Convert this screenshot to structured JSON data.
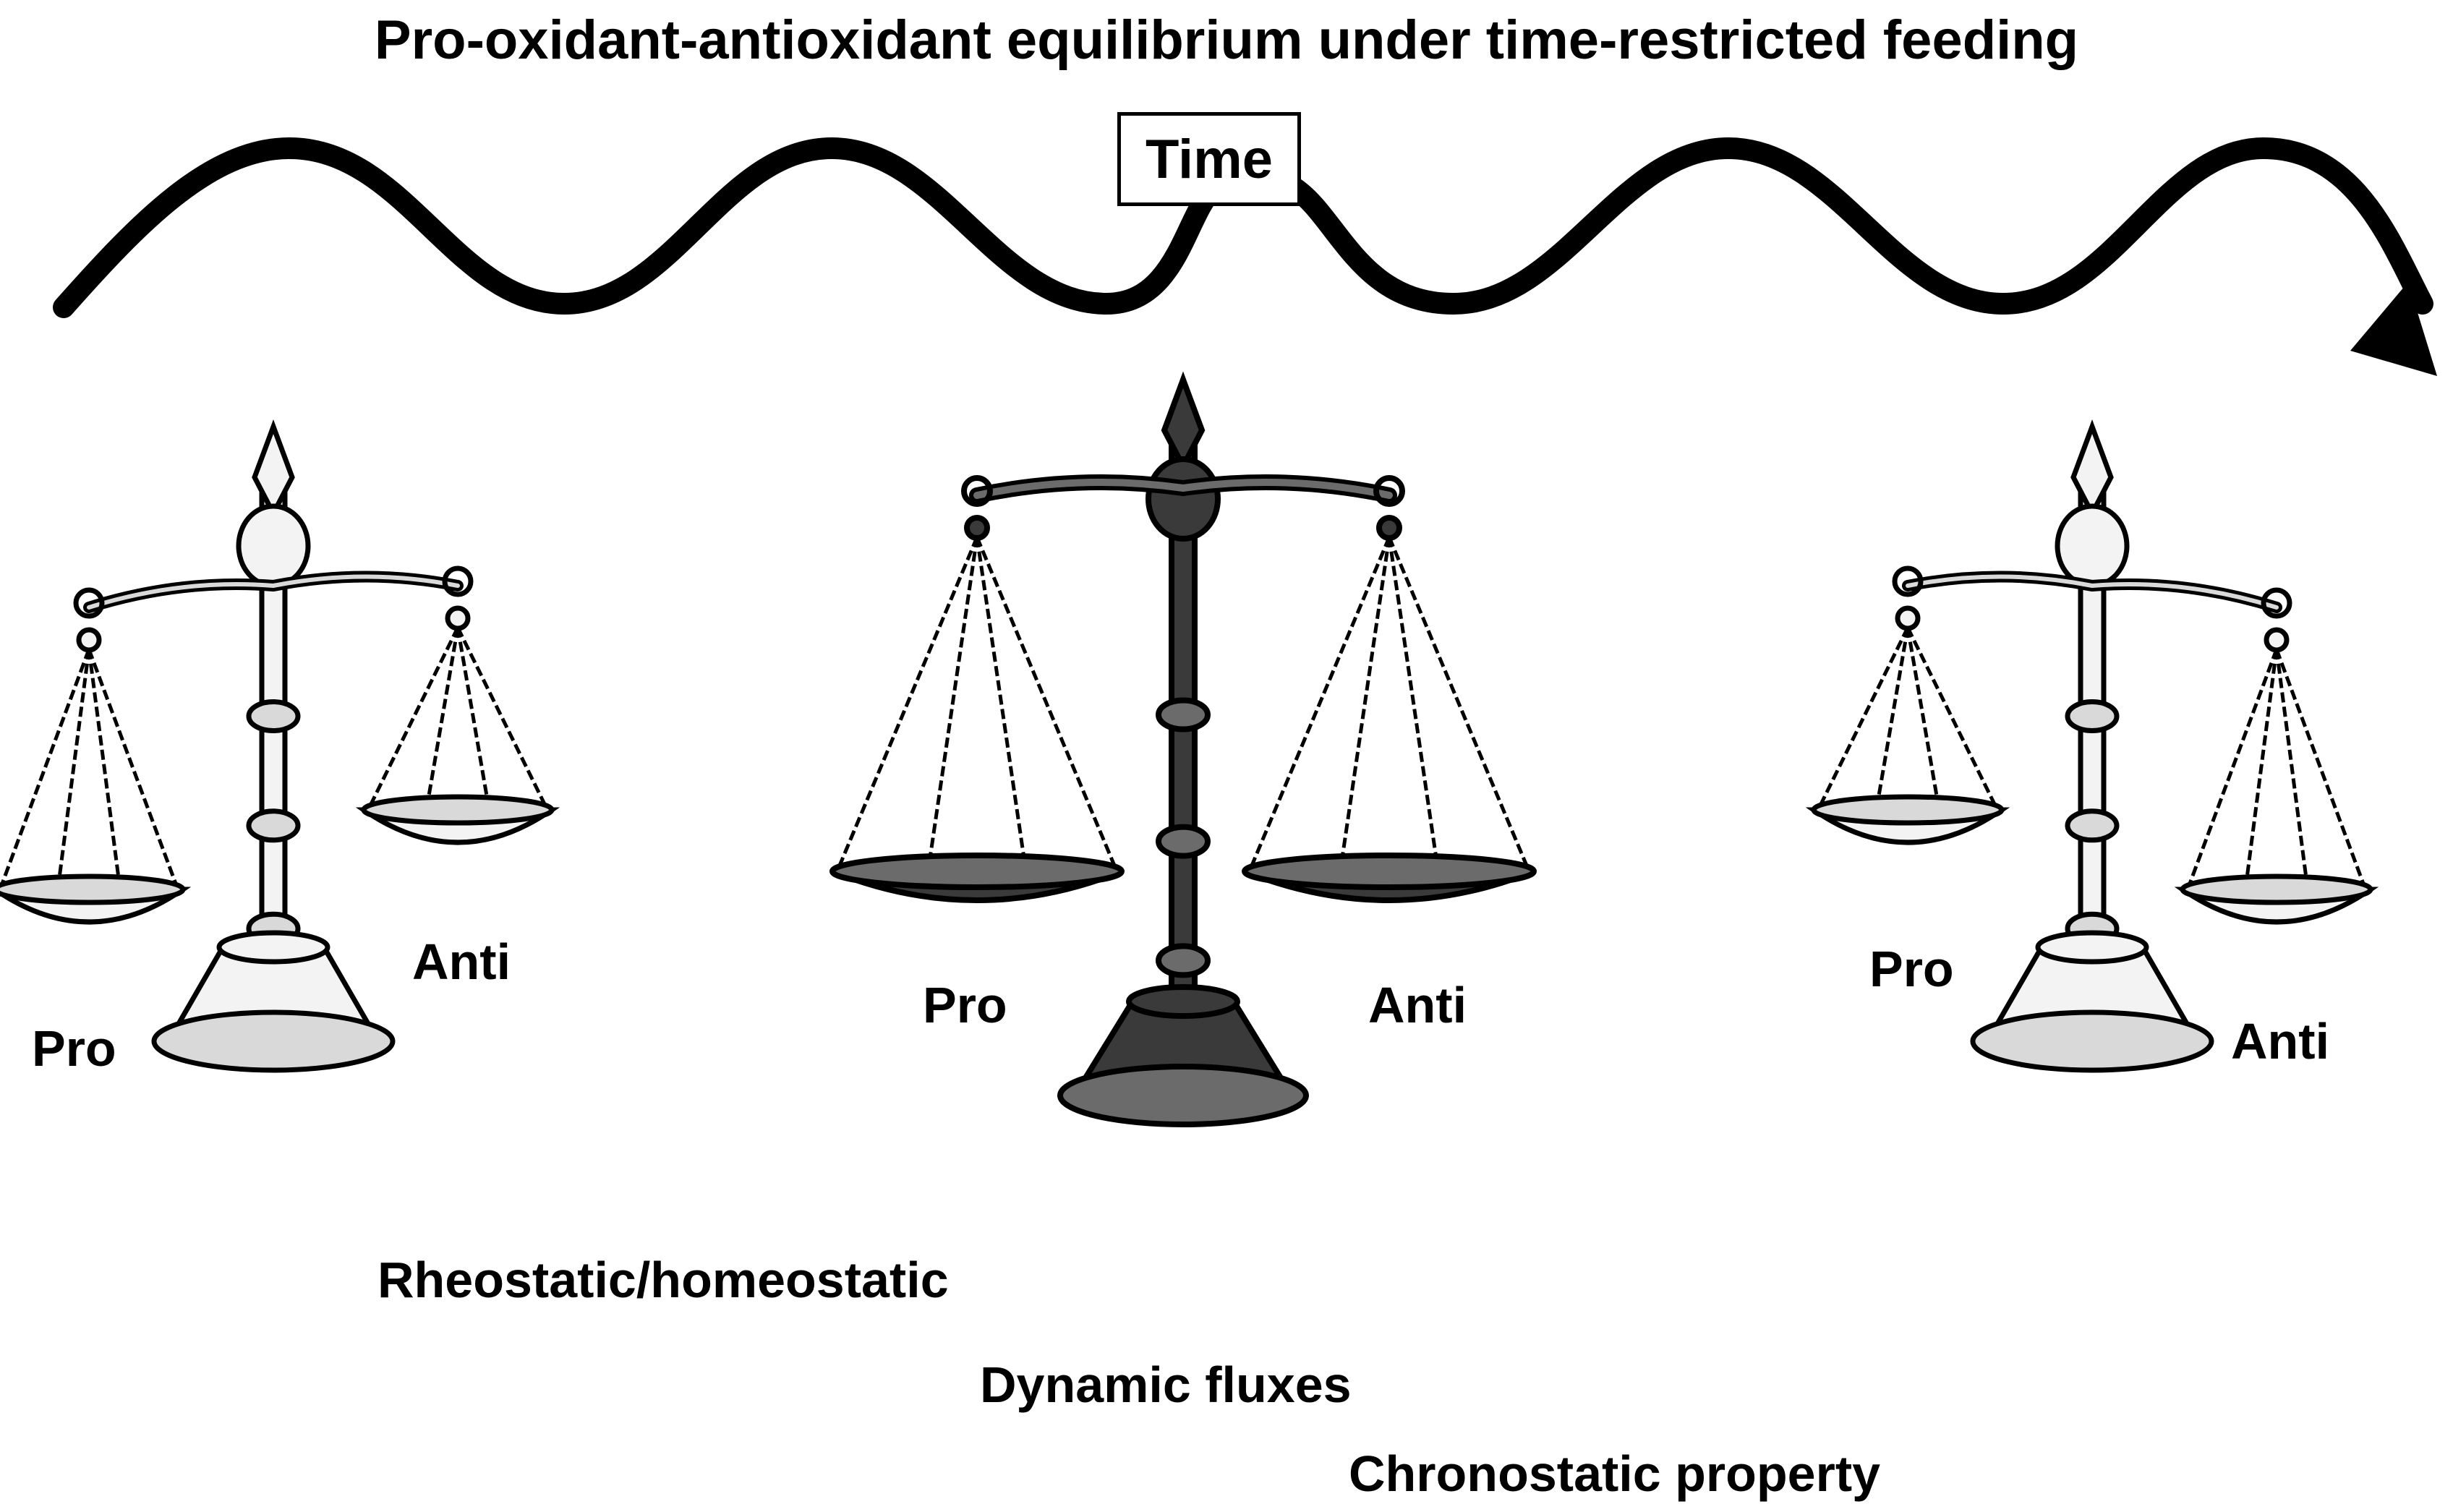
{
  "title": "Pro-oxidant-antioxidant equilibrium under time-restricted feeding",
  "time_label": "Time",
  "scales": [
    {
      "state": "pro-heavy",
      "pro_label": "Pro",
      "anti_label": "Anti",
      "style": "sketch"
    },
    {
      "state": "balanced",
      "pro_label": "Pro",
      "anti_label": "Anti",
      "style": "dark-metal"
    },
    {
      "state": "anti-heavy",
      "pro_label": "Pro",
      "anti_label": "Anti",
      "style": "sketch"
    }
  ],
  "properties": [
    "Rheostatic/homeostatic",
    "Dynamic fluxes",
    "Chronostatic property"
  ],
  "colors": {
    "ink": "#000000",
    "sketch_fill": "#f3f3f3",
    "metal_dark": "#3a3a3a",
    "metal_mid": "#6b6b6b"
  }
}
